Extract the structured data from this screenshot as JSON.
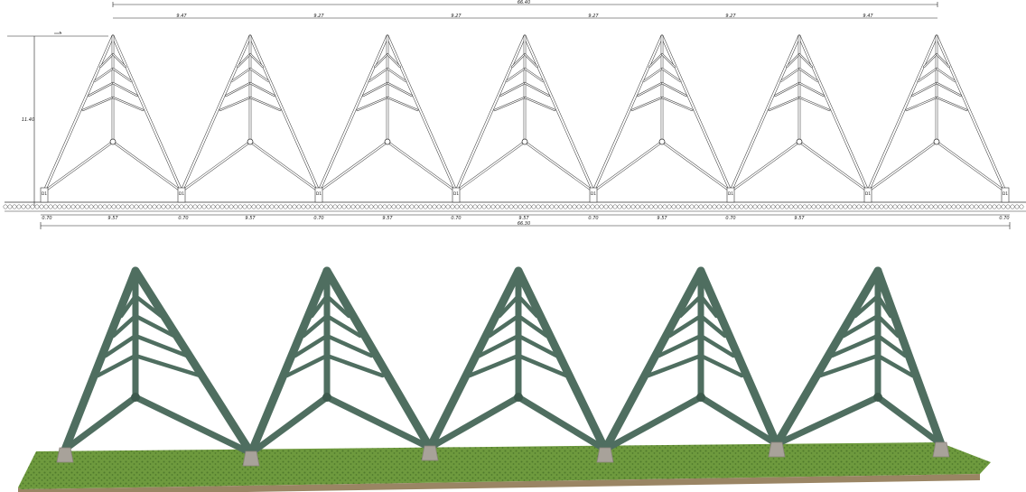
{
  "elevation": {
    "overall_top": "66.40",
    "top_spans": [
      "9.47",
      "9.27",
      "9.27",
      "9.27",
      "9.27",
      "9.47"
    ],
    "height": "11.40",
    "support_label": "D1",
    "bottom_spans": [
      "0.70",
      "9.57",
      "0.70",
      "9.57",
      "0.70",
      "9.57",
      "0.70",
      "9.57",
      "0.70",
      "9.57",
      "0.70",
      "9.57",
      "0.70"
    ],
    "overall_bottom": "66.30",
    "frame_count": 7
  },
  "render": {
    "frame_count": 5,
    "colors": {
      "steel": "#4f6e60",
      "steel_dark": "#3d5a4d",
      "grass": "#6e9a3e",
      "grass_dark": "#4f7a2c",
      "soil": "#9a8564",
      "footing": "#a8a29a"
    }
  }
}
